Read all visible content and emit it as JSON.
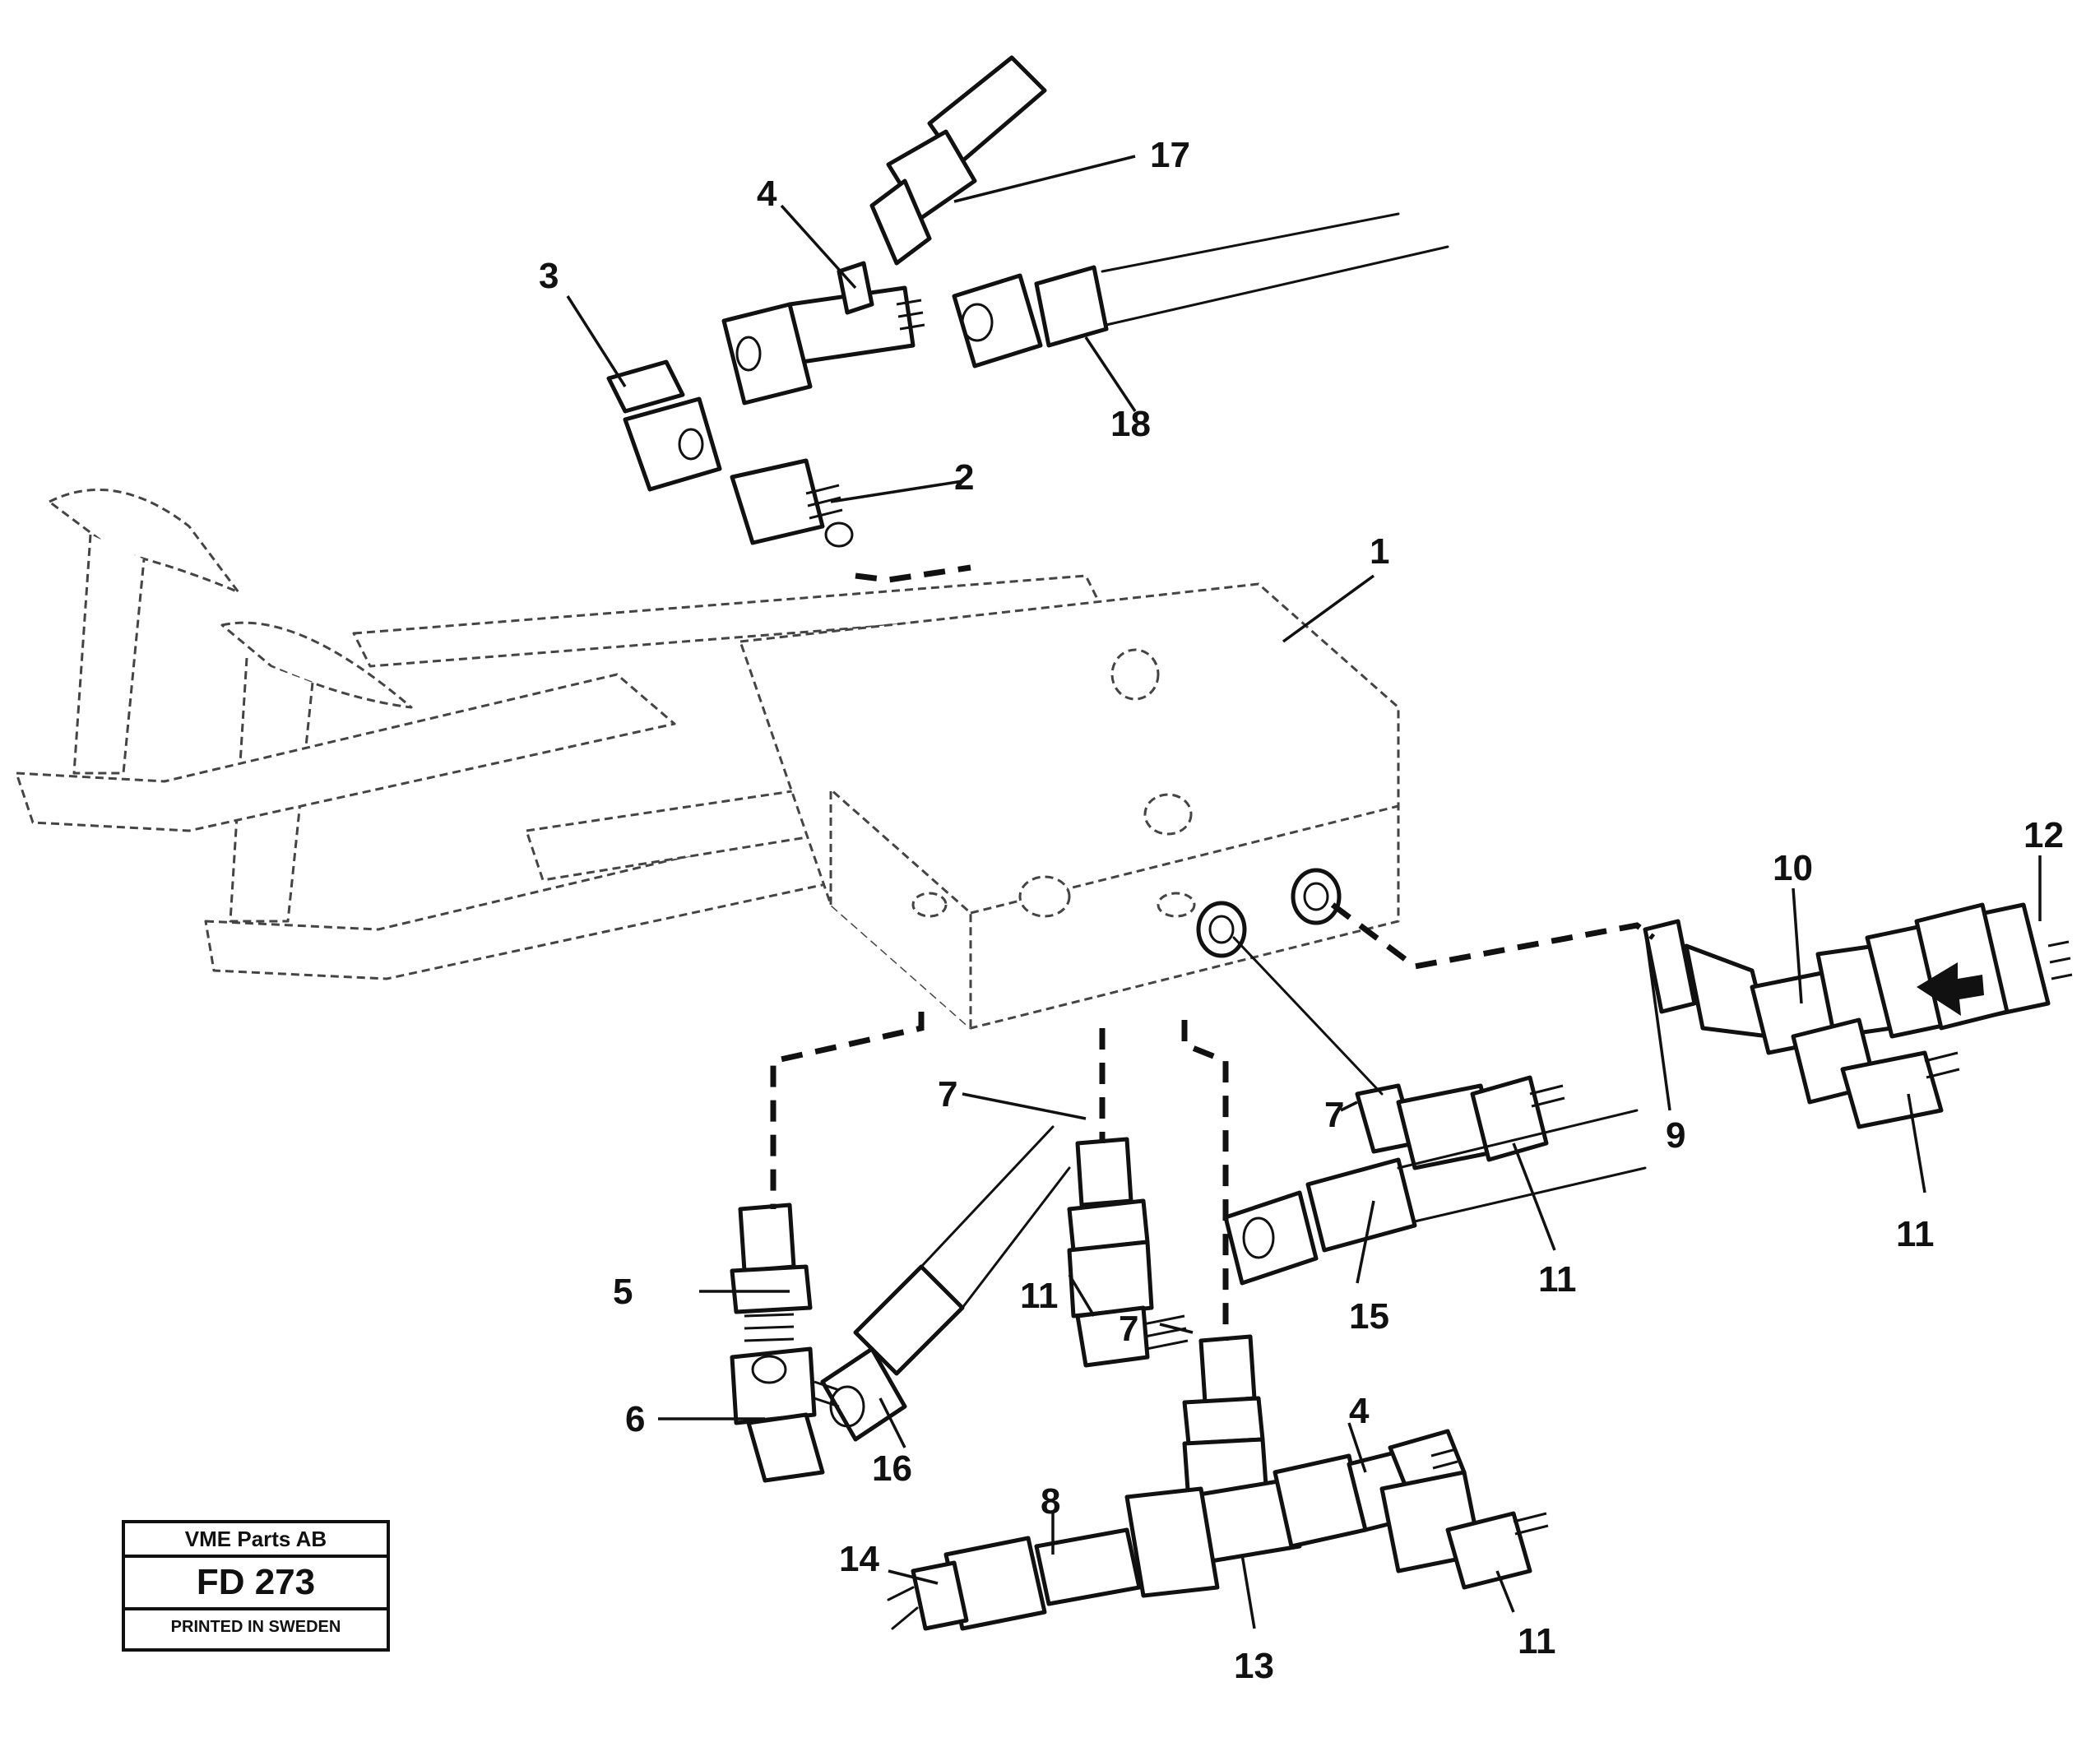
{
  "title_block": {
    "company": "VME Parts AB",
    "drawing_code": "FD 273",
    "printed": "PRINTED IN SWEDEN"
  },
  "callouts": {
    "c1": "1",
    "c2": "2",
    "c3": "3",
    "c4_top": "4",
    "c4_bottom": "4",
    "c5": "5",
    "c6": "6",
    "c7_left": "7",
    "c7_mid": "7",
    "c7_bottom": "7",
    "c8": "8",
    "c9": "9",
    "c10": "10",
    "c11_mid": "11",
    "c11_center": "11",
    "c11_right": "11",
    "c11_bottom": "11",
    "c12": "12",
    "c13": "13",
    "c14": "14",
    "c15": "15",
    "c16": "16",
    "c17": "17",
    "c18": "18"
  }
}
